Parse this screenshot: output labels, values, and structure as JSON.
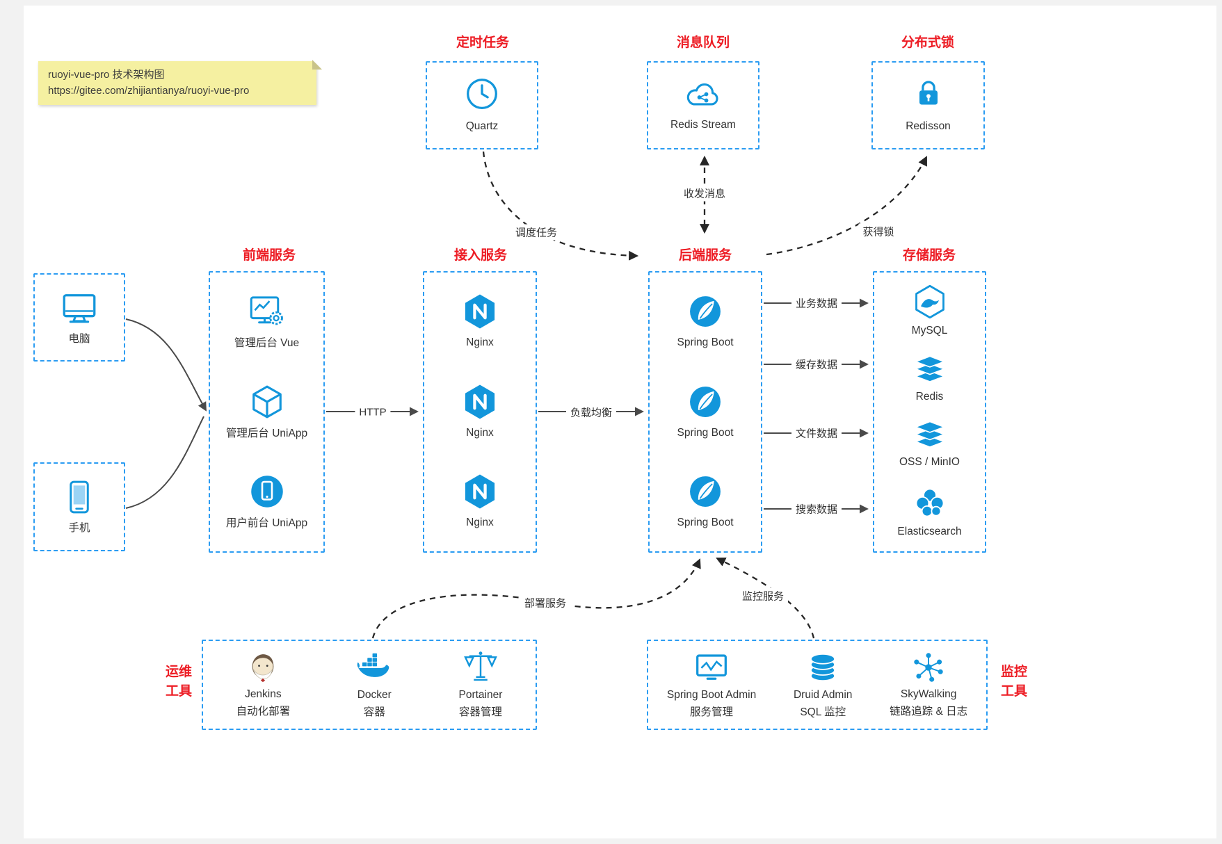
{
  "note": {
    "line1": "ruoyi-vue-pro 技术架构图",
    "line2": "https://gitee.com/zhijiantianya/ruoyi-vue-pro"
  },
  "top_cards": [
    {
      "title": "定时任务",
      "label": "Quartz"
    },
    {
      "title": "消息队列",
      "label": "Redis Stream"
    },
    {
      "title": "分布式锁",
      "label": "Redisson"
    }
  ],
  "clients": [
    {
      "label": "电脑"
    },
    {
      "label": "手机"
    }
  ],
  "frontend": {
    "title": "前端服务",
    "items": [
      {
        "label": "管理后台 Vue"
      },
      {
        "label": "管理后台 UniApp"
      },
      {
        "label": "用户前台 UniApp"
      }
    ]
  },
  "access": {
    "title": "接入服务",
    "items": [
      {
        "label": "Nginx"
      },
      {
        "label": "Nginx"
      },
      {
        "label": "Nginx"
      }
    ]
  },
  "backend": {
    "title": "后端服务",
    "items": [
      {
        "label": "Spring Boot"
      },
      {
        "label": "Spring Boot"
      },
      {
        "label": "Spring Boot"
      }
    ]
  },
  "storage": {
    "title": "存储服务",
    "items": [
      {
        "label": "MySQL"
      },
      {
        "label": "Redis"
      },
      {
        "label": "OSS / MinIO"
      },
      {
        "label": "Elasticsearch"
      }
    ]
  },
  "ops": {
    "title_line1": "运维",
    "title_line2": "工具",
    "items": [
      {
        "name": "Jenkins",
        "desc": "自动化部署"
      },
      {
        "name": "Docker",
        "desc": "容器"
      },
      {
        "name": "Portainer",
        "desc": "容器管理"
      }
    ]
  },
  "monitoring": {
    "title_line1": "监控",
    "title_line2": "工具",
    "items": [
      {
        "name": "Spring Boot Admin",
        "desc": "服务管理"
      },
      {
        "name": "Druid Admin",
        "desc": "SQL 监控"
      },
      {
        "name": "SkyWalking",
        "desc": "链路追踪 & 日志"
      }
    ]
  },
  "edges": {
    "http": "HTTP",
    "load_balance": "负载均衡",
    "schedule": "调度任务",
    "messaging": "收发消息",
    "lock": "获得锁",
    "deploy": "部署服务",
    "monitor": "监控服务",
    "business_data": "业务数据",
    "cache_data": "缓存数据",
    "file_data": "文件数据",
    "search_data": "搜索数据"
  },
  "colors": {
    "accent_blue": "#1296db",
    "title_red": "#ed1c24",
    "note_yellow": "#f5f0a1"
  }
}
